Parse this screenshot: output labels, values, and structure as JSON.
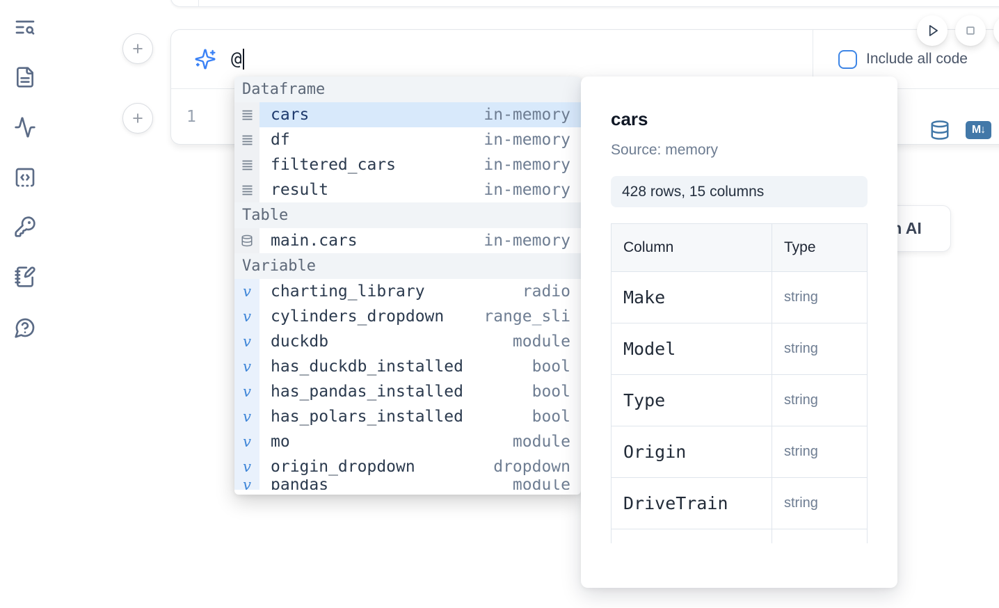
{
  "sidebar": {
    "icons": [
      "list-search-icon",
      "file-text-icon",
      "activity-icon",
      "code-square-dashed-icon",
      "key-icon",
      "notebook-pen-icon",
      "help-circle-icon"
    ]
  },
  "run_controls": {
    "play_icon": "play-icon",
    "stop_icon": "stop-icon",
    "partial_icon": "partial-circle-button"
  },
  "cell": {
    "prompt_value": "@",
    "include_all_code_label": "Include all code",
    "line_number": "1",
    "markdown_badge": "M↓",
    "database_icon": "database-icon"
  },
  "autocomplete": {
    "sections": [
      {
        "label": "Dataframe",
        "kind": "dataframe",
        "items": [
          {
            "name": "cars",
            "type": "in-memory",
            "selected": true
          },
          {
            "name": "df",
            "type": "in-memory"
          },
          {
            "name": "filtered_cars",
            "type": "in-memory"
          },
          {
            "name": "result",
            "type": "in-memory"
          }
        ]
      },
      {
        "label": "Table",
        "kind": "table",
        "items": [
          {
            "name": "main.cars",
            "type": "in-memory"
          }
        ]
      },
      {
        "label": "Variable",
        "kind": "variable",
        "items": [
          {
            "name": "charting_library",
            "type": "radio"
          },
          {
            "name": "cylinders_dropdown",
            "type": "range_sli"
          },
          {
            "name": "duckdb",
            "type": "module"
          },
          {
            "name": "has_duckdb_installed",
            "type": "bool"
          },
          {
            "name": "has_pandas_installed",
            "type": "bool"
          },
          {
            "name": "has_polars_installed",
            "type": "bool"
          },
          {
            "name": "mo",
            "type": "module"
          },
          {
            "name": "origin_dropdown",
            "type": "dropdown"
          },
          {
            "name": "pandas",
            "type": "module",
            "clipped": true
          }
        ]
      }
    ]
  },
  "preview": {
    "title": "cars",
    "source": "Source: memory",
    "summary": "428 rows, 15 columns",
    "table": {
      "headers": [
        "Column",
        "Type"
      ],
      "rows": [
        [
          "Make",
          "string"
        ],
        [
          "Model",
          "string"
        ],
        [
          "Type",
          "string"
        ],
        [
          "Origin",
          "string"
        ],
        [
          "DriveTrain",
          "string"
        ],
        [
          "",
          ""
        ]
      ]
    }
  },
  "ai_button": {
    "visible_label": "h AI"
  },
  "colors": {
    "accent_blue": "#3e86e6",
    "sparkle_blue": "#3b82f6",
    "steel_blue": "#4278a8",
    "selected_row_bg": "#d8e9fb",
    "icon_slate": "#5b6b86"
  }
}
